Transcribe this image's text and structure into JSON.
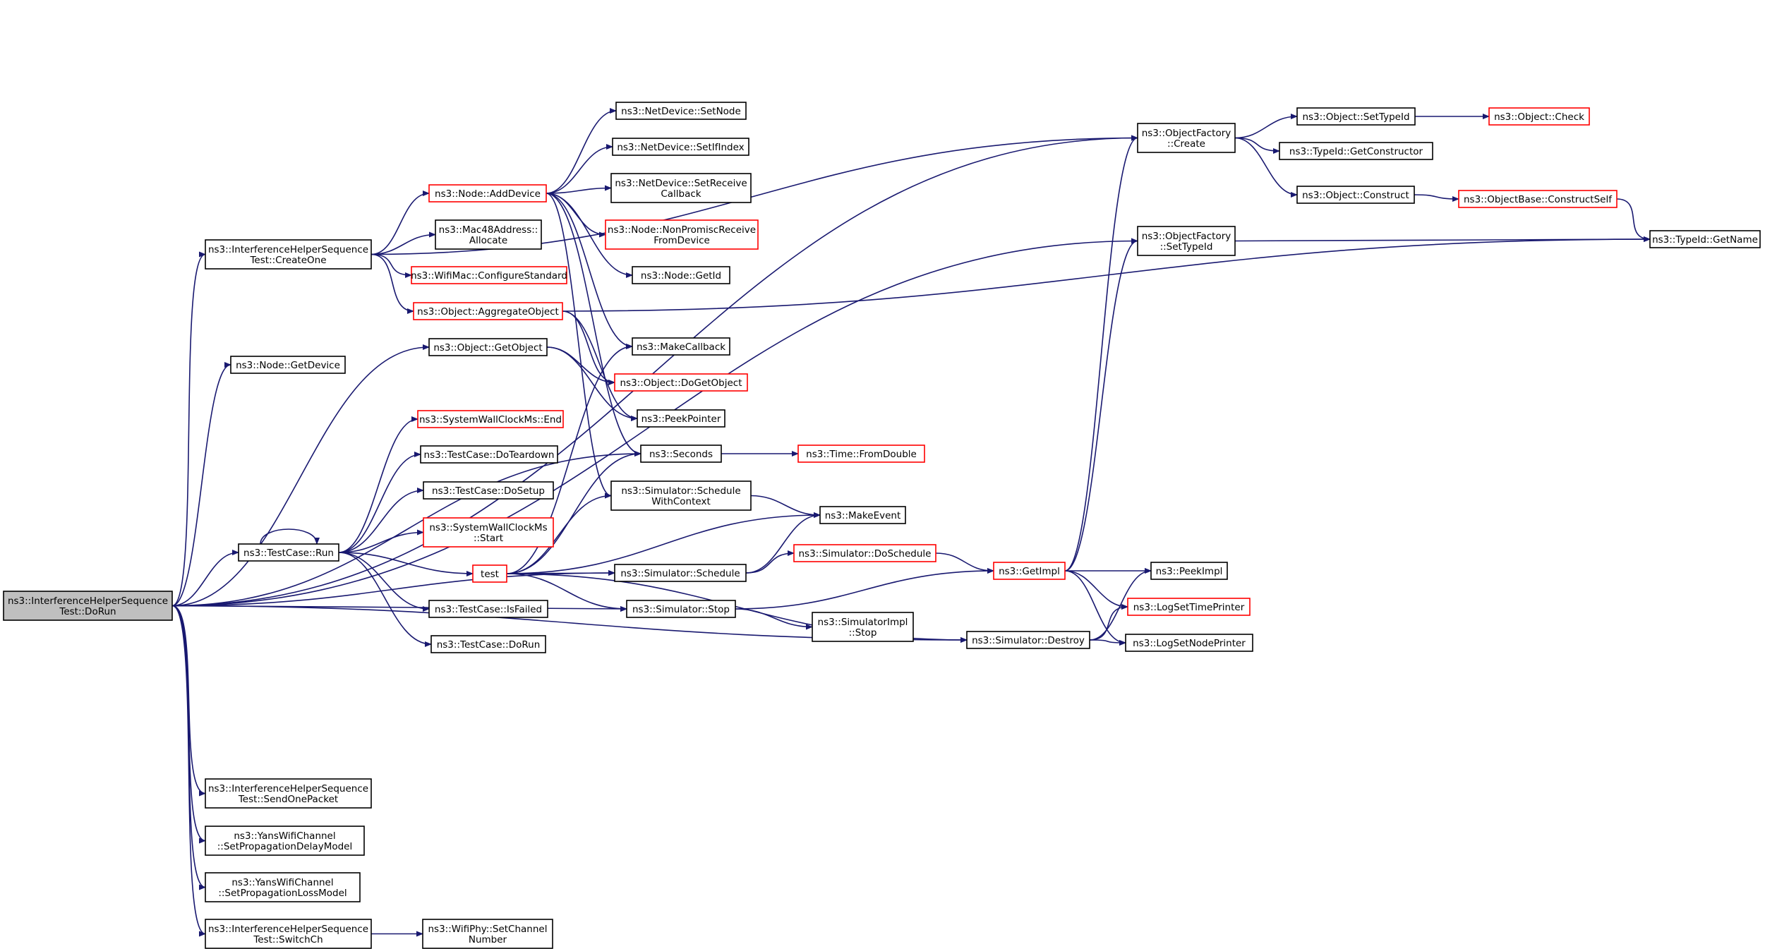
{
  "nodes": [
    {
      "id": "dorun",
      "lines": [
        "ns3::InterferenceHelperSequence",
        "Test::DoRun"
      ],
      "style": "root"
    },
    {
      "id": "createone",
      "lines": [
        "ns3::InterferenceHelperSequence",
        "Test::CreateOne"
      ],
      "style": "black"
    },
    {
      "id": "getdevice",
      "lines": [
        "ns3::Node::GetDevice"
      ],
      "style": "black"
    },
    {
      "id": "run",
      "lines": [
        "ns3::TestCase::Run"
      ],
      "style": "black"
    },
    {
      "id": "sendonepacket",
      "lines": [
        "ns3::InterferenceHelperSequence",
        "Test::SendOnePacket"
      ],
      "style": "black"
    },
    {
      "id": "setpropdelay",
      "lines": [
        "ns3::YansWifiChannel",
        "::SetPropagationDelayModel"
      ],
      "style": "black"
    },
    {
      "id": "setproploss",
      "lines": [
        "ns3::YansWifiChannel",
        "::SetPropagationLossModel"
      ],
      "style": "black"
    },
    {
      "id": "switchch",
      "lines": [
        "ns3::InterferenceHelperSequence",
        "Test::SwitchCh"
      ],
      "style": "black"
    },
    {
      "id": "adddevice",
      "lines": [
        "ns3::Node::AddDevice"
      ],
      "style": "red"
    },
    {
      "id": "mac48alloc",
      "lines": [
        "ns3::Mac48Address::",
        "Allocate"
      ],
      "style": "black"
    },
    {
      "id": "configstd",
      "lines": [
        "ns3::WifiMac::ConfigureStandard"
      ],
      "style": "red"
    },
    {
      "id": "aggregate",
      "lines": [
        "ns3::Object::AggregateObject"
      ],
      "style": "red"
    },
    {
      "id": "getobject",
      "lines": [
        "ns3::Object::GetObject"
      ],
      "style": "black"
    },
    {
      "id": "swcend",
      "lines": [
        "ns3::SystemWallClockMs::End"
      ],
      "style": "red"
    },
    {
      "id": "doteardown",
      "lines": [
        "ns3::TestCase::DoTeardown"
      ],
      "style": "black"
    },
    {
      "id": "dosetup",
      "lines": [
        "ns3::TestCase::DoSetup"
      ],
      "style": "black"
    },
    {
      "id": "swcstart",
      "lines": [
        "ns3::SystemWallClockMs",
        "::Start"
      ],
      "style": "red"
    },
    {
      "id": "test",
      "lines": [
        "test"
      ],
      "style": "red"
    },
    {
      "id": "isfailed",
      "lines": [
        "ns3::TestCase::IsFailed"
      ],
      "style": "black"
    },
    {
      "id": "tcdorun",
      "lines": [
        "ns3::TestCase::DoRun"
      ],
      "style": "black"
    },
    {
      "id": "setchannelnumber",
      "lines": [
        "ns3::WifiPhy::SetChannel",
        "Number"
      ],
      "style": "black"
    },
    {
      "id": "ndsetnode",
      "lines": [
        "ns3::NetDevice::SetNode"
      ],
      "style": "black"
    },
    {
      "id": "ndsetifindex",
      "lines": [
        "ns3::NetDevice::SetIfIndex"
      ],
      "style": "black"
    },
    {
      "id": "ndsetreceive",
      "lines": [
        "ns3::NetDevice::SetReceive",
        "Callback"
      ],
      "style": "black"
    },
    {
      "id": "nonpromisc",
      "lines": [
        "ns3::Node::NonPromiscReceive",
        "FromDevice"
      ],
      "style": "red"
    },
    {
      "id": "nodegetid",
      "lines": [
        "ns3::Node::GetId"
      ],
      "style": "black"
    },
    {
      "id": "makecallback",
      "lines": [
        "ns3::MakeCallback"
      ],
      "style": "black"
    },
    {
      "id": "dogetobject",
      "lines": [
        "ns3::Object::DoGetObject"
      ],
      "style": "red"
    },
    {
      "id": "peekpointer",
      "lines": [
        "ns3::PeekPointer"
      ],
      "style": "black"
    },
    {
      "id": "seconds",
      "lines": [
        "ns3::Seconds"
      ],
      "style": "black"
    },
    {
      "id": "schedwithctx",
      "lines": [
        "ns3::Simulator::Schedule",
        "WithContext"
      ],
      "style": "black"
    },
    {
      "id": "schedule",
      "lines": [
        "ns3::Simulator::Schedule"
      ],
      "style": "black"
    },
    {
      "id": "stop",
      "lines": [
        "ns3::Simulator::Stop"
      ],
      "style": "black"
    },
    {
      "id": "fromdouble",
      "lines": [
        "ns3::Time::FromDouble"
      ],
      "style": "red"
    },
    {
      "id": "makeevent",
      "lines": [
        "ns3::MakeEvent"
      ],
      "style": "black"
    },
    {
      "id": "doschedule",
      "lines": [
        "ns3::Simulator::DoSchedule"
      ],
      "style": "red"
    },
    {
      "id": "implstop",
      "lines": [
        "ns3::SimulatorImpl",
        "::Stop"
      ],
      "style": "black"
    },
    {
      "id": "destroy",
      "lines": [
        "ns3::Simulator::Destroy"
      ],
      "style": "black"
    },
    {
      "id": "getimpl",
      "lines": [
        "ns3::GetImpl"
      ],
      "style": "red"
    },
    {
      "id": "ofcreate",
      "lines": [
        "ns3::ObjectFactory",
        "::Create"
      ],
      "style": "black"
    },
    {
      "id": "ofsettypeid",
      "lines": [
        "ns3::ObjectFactory",
        "::SetTypeId"
      ],
      "style": "black"
    },
    {
      "id": "peekimpl",
      "lines": [
        "ns3::PeekImpl"
      ],
      "style": "black"
    },
    {
      "id": "logsettime",
      "lines": [
        "ns3::LogSetTimePrinter"
      ],
      "style": "red"
    },
    {
      "id": "logsetnode",
      "lines": [
        "ns3::LogSetNodePrinter"
      ],
      "style": "black"
    },
    {
      "id": "objsettypeid",
      "lines": [
        "ns3::Object::SetTypeId"
      ],
      "style": "black"
    },
    {
      "id": "getconstructor",
      "lines": [
        "ns3::TypeId::GetConstructor"
      ],
      "style": "black"
    },
    {
      "id": "construct",
      "lines": [
        "ns3::Object::Construct"
      ],
      "style": "black"
    },
    {
      "id": "objcheck",
      "lines": [
        "ns3::Object::Check"
      ],
      "style": "red"
    },
    {
      "id": "constructself",
      "lines": [
        "ns3::ObjectBase::ConstructSelf"
      ],
      "style": "red"
    },
    {
      "id": "getname",
      "lines": [
        "ns3::TypeId::GetName"
      ],
      "style": "black"
    }
  ],
  "edges": [
    [
      "dorun",
      "createone"
    ],
    [
      "dorun",
      "getdevice"
    ],
    [
      "dorun",
      "getobject"
    ],
    [
      "dorun",
      "run"
    ],
    [
      "dorun",
      "seconds"
    ],
    [
      "dorun",
      "schedule"
    ],
    [
      "dorun",
      "stop"
    ],
    [
      "dorun",
      "destroy"
    ],
    [
      "dorun",
      "ofcreate"
    ],
    [
      "dorun",
      "ofsettypeid"
    ],
    [
      "dorun",
      "sendonepacket"
    ],
    [
      "dorun",
      "setpropdelay"
    ],
    [
      "dorun",
      "setproploss"
    ],
    [
      "dorun",
      "switchch"
    ],
    [
      "createone",
      "adddevice"
    ],
    [
      "createone",
      "mac48alloc"
    ],
    [
      "createone",
      "configstd"
    ],
    [
      "createone",
      "aggregate"
    ],
    [
      "createone",
      "ofcreate"
    ],
    [
      "getobject",
      "dogetobject"
    ],
    [
      "getobject",
      "peekpointer"
    ],
    [
      "run",
      "run"
    ],
    [
      "run",
      "swcend"
    ],
    [
      "run",
      "doteardown"
    ],
    [
      "run",
      "dosetup"
    ],
    [
      "run",
      "swcstart"
    ],
    [
      "run",
      "test"
    ],
    [
      "run",
      "isfailed"
    ],
    [
      "run",
      "tcdorun"
    ],
    [
      "switchch",
      "setchannelnumber"
    ],
    [
      "adddevice",
      "ndsetnode"
    ],
    [
      "adddevice",
      "ndsetifindex"
    ],
    [
      "adddevice",
      "ndsetreceive"
    ],
    [
      "adddevice",
      "nonpromisc"
    ],
    [
      "adddevice",
      "nodegetid"
    ],
    [
      "adddevice",
      "makecallback"
    ],
    [
      "adddevice",
      "seconds"
    ],
    [
      "adddevice",
      "schedwithctx"
    ],
    [
      "aggregate",
      "getname"
    ],
    [
      "aggregate",
      "dogetobject"
    ],
    [
      "aggregate",
      "peekpointer"
    ],
    [
      "test",
      "makecallback"
    ],
    [
      "test",
      "seconds"
    ],
    [
      "test",
      "schedwithctx"
    ],
    [
      "test",
      "makeevent"
    ],
    [
      "test",
      "schedule"
    ],
    [
      "test",
      "stop"
    ],
    [
      "test",
      "destroy"
    ],
    [
      "seconds",
      "fromdouble"
    ],
    [
      "schedwithctx",
      "makeevent"
    ],
    [
      "schedule",
      "makeevent"
    ],
    [
      "schedule",
      "doschedule"
    ],
    [
      "stop",
      "getimpl"
    ],
    [
      "stop",
      "implstop"
    ],
    [
      "doschedule",
      "getimpl"
    ],
    [
      "getimpl",
      "ofcreate"
    ],
    [
      "getimpl",
      "ofsettypeid"
    ],
    [
      "getimpl",
      "peekimpl"
    ],
    [
      "getimpl",
      "logsettime"
    ],
    [
      "getimpl",
      "logsetnode"
    ],
    [
      "destroy",
      "peekimpl"
    ],
    [
      "destroy",
      "logsettime"
    ],
    [
      "destroy",
      "logsetnode"
    ],
    [
      "ofcreate",
      "objsettypeid"
    ],
    [
      "ofcreate",
      "getconstructor"
    ],
    [
      "ofcreate",
      "construct"
    ],
    [
      "ofsettypeid",
      "getname"
    ],
    [
      "objsettypeid",
      "objcheck"
    ],
    [
      "construct",
      "constructself"
    ],
    [
      "constructself",
      "getname"
    ]
  ]
}
